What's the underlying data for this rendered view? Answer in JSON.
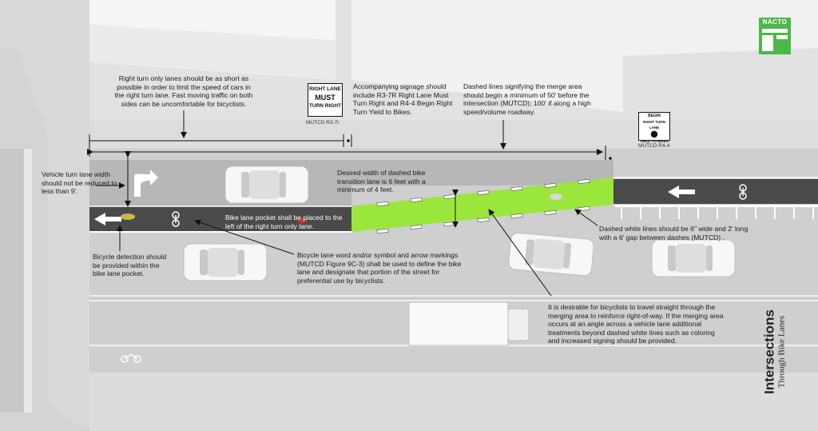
{
  "logo": {
    "text": "NACTO"
  },
  "title": {
    "main": "Intersections",
    "sub": "Through Bike Lanes"
  },
  "signs": {
    "r3_7r": {
      "lines": [
        "RIGHT LANE",
        "MUST",
        "TURN RIGHT"
      ],
      "code": "MUTCD R3-7r"
    },
    "r4_4": {
      "lines": [
        "BEGIN",
        "RIGHT TURN LANE",
        "YIELD TO BIKES"
      ],
      "code": "MUTCD R4-4"
    }
  },
  "annotations": {
    "right_turn_short": "Right turn only lanes should be as short as possible in order to limit the speed of cars in the right turn lane. Fast moving traffic on both sides can be uncomfortable for bicyclists.",
    "signage": "Accompanying signage should include R3-7R Right Lane Must Turn Right and R4-4 Begin Right Turn Yield to Bikes.",
    "dashed_merge": "Dashed lines signifying the merge area should begin a minimum of 50' before the intersection (MUTCD); 100' if along a high speed/volume roadway.",
    "vehicle_width": "Vehicle turn lane width should not be reduced to less than 9'.",
    "transition_width": "Desired width of dashed bike transition lane is 6 feet with a minimum of 4 feet.",
    "pocket_left": "Bike lane pocket shall be placed to the left of the right turn only lane.",
    "dashed_white": "Dashed white lines should be 6\" wide and 2' long with a 6' gap between dashes (MUTCD) .",
    "detection": "Bicycle detection should be provided within the bike lane pocket.",
    "markings": "Bicycle lane word and/or symbol and arrow markings (MUTCD Figure 9C-3) shall be used to define the bike lane and designate that portion of the street for preferential use by bicyclists.",
    "straight_through": "It is desirable for bicyclists to travel straight through the merging area to reinforce right-of-way. If the merging area occurs at an angle across a vehicle lane additional treatments beyond dashed white lines such as coloring and increased signing should be provided."
  },
  "colors": {
    "bike_lane": "#9be63c",
    "road": "#4a4a4a",
    "sidewalk": "#dcdcdc",
    "logo": "#4db848"
  },
  "icons": [
    "bicycle-symbol",
    "arrow-left-marking",
    "turn-right-arrow-marking",
    "car",
    "truck"
  ]
}
